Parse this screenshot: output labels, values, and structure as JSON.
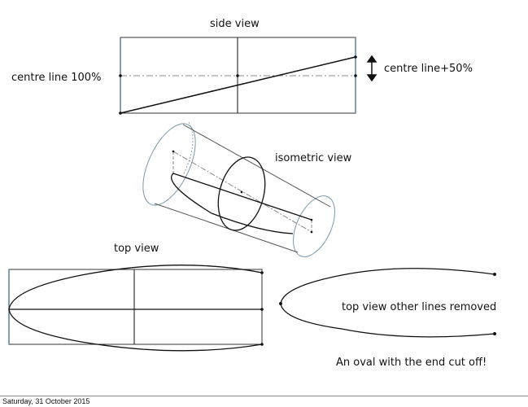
{
  "labels": {
    "side_view": "side view",
    "centre_line_100": "centre line 100%",
    "centre_line_50": "centre line+50%",
    "isometric_view": "isometric view",
    "top_view": "top view",
    "top_view_removed": "top view other lines removed",
    "oval_note": "An oval with the end cut off!"
  },
  "footer": {
    "date": "Saturday, 31 October 2015"
  },
  "colors": {
    "line": "#111111",
    "frame_edge": "#5a7f99",
    "cylinder": "#7a9aaa"
  }
}
